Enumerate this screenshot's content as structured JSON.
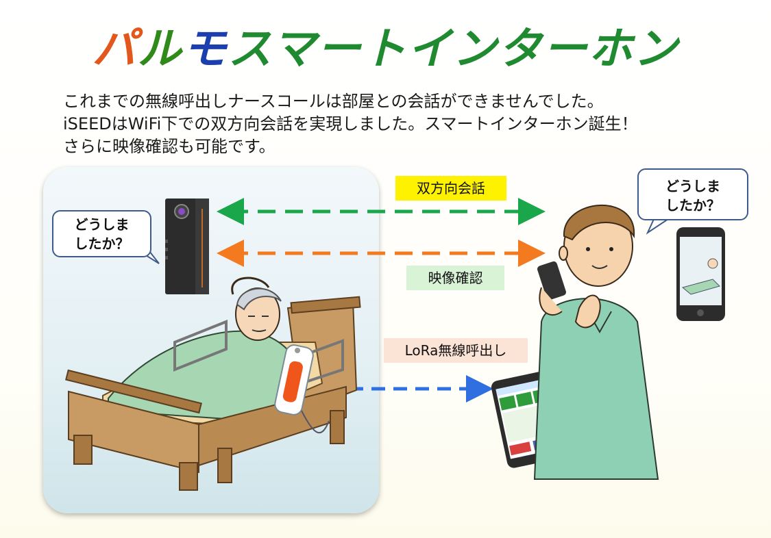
{
  "title": {
    "part1": "パ",
    "part2": "ル",
    "part3": "モ",
    "part4": "スマートインターホン"
  },
  "intro": {
    "line1": "これまでの無線呼出しナースコールは部屋との会話ができませんでした。",
    "line2": "iSEEDはWiFi下での双方向会話を実現しました。スマートインターホン誕生！",
    "line3": "さらに映像確認も可能です。"
  },
  "bubbles": {
    "left": {
      "line1": "どうしま",
      "line2": "したか？"
    },
    "right": {
      "line1": "どうしま",
      "line2": "したか？"
    }
  },
  "labels": {
    "two_way_talk": "双方向会話",
    "video_check": "映像確認",
    "lora_call": "LoRa無線呼出し"
  },
  "arrow_colors": {
    "talk": "#1aa64a",
    "video": "#f47a20",
    "lora": "#2f6fe0"
  }
}
